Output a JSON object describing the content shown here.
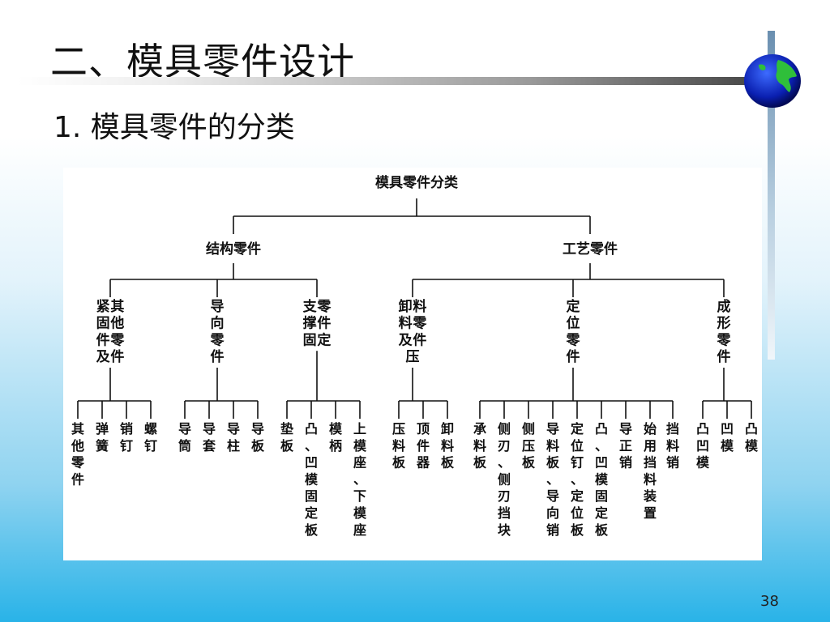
{
  "slide": {
    "title": "二、模具零件设计",
    "subtitle": "1. 模具零件的分类",
    "page_number": "38"
  },
  "tree": {
    "root": "模具零件分类",
    "level1": [
      "结构零件",
      "工艺零件"
    ],
    "level2": [
      "紧其固他件零及件",
      "导向零件",
      "支零撑件固定",
      "卸料料零及件压",
      "定位零件",
      "成形零件"
    ],
    "leaves": [
      "其他零件",
      "弹簧",
      "销钉",
      "螺钉",
      "导筒",
      "导套",
      "导柱",
      "导板",
      "垫板",
      "凸、凹模固定板",
      "模柄",
      "上模座、下模座",
      "压料板",
      "顶件器",
      "卸料板",
      "承料板",
      "侧刃、侧刃挡块",
      "侧压板",
      "导料板、导向销",
      "定位钉、定位板",
      "凸、凹模固定板",
      "导正销",
      "始用挡料装置",
      "挡料销",
      "凸凹模",
      "凹模",
      "凸模"
    ]
  },
  "colors": {
    "background_top": "#ffffff",
    "background_bottom": "#29b3e8",
    "diagram_line": "#111111"
  },
  "icons": {
    "globe": "globe-icon"
  }
}
